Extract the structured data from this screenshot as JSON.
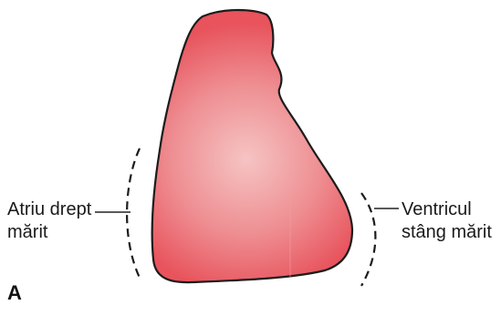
{
  "figure": {
    "panel_letter": "A",
    "labels": {
      "right_atrium": [
        "Atriu drept",
        "mărit"
      ],
      "left_ventricle": [
        "Ventricul",
        "stâng mărit"
      ]
    },
    "colors": {
      "heart_center": "#f6c4c3",
      "heart_edge": "#e8535c",
      "outline": "#1c1c1c",
      "leader_line": "#222222"
    }
  }
}
